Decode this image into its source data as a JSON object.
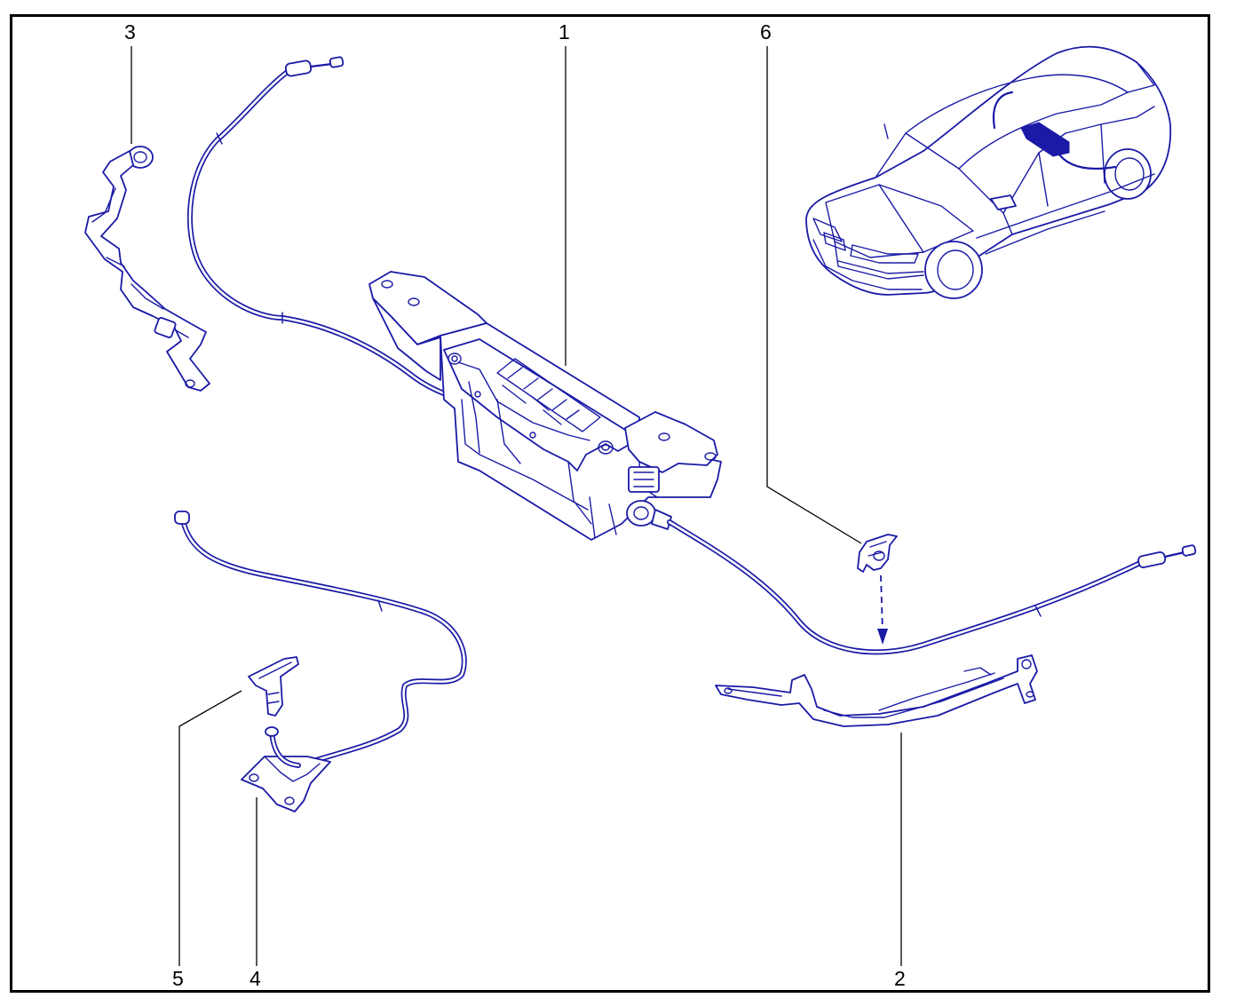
{
  "diagram": {
    "callouts": [
      {
        "id": "1",
        "label": "1"
      },
      {
        "id": "2",
        "label": "2"
      },
      {
        "id": "3",
        "label": "3"
      },
      {
        "id": "4",
        "label": "4"
      },
      {
        "id": "5",
        "label": "5"
      },
      {
        "id": "6",
        "label": "6"
      }
    ]
  },
  "colors": {
    "line_art": "#1a1aa6",
    "leader": "#000000",
    "frame": "#000000",
    "background": "#ffffff"
  }
}
